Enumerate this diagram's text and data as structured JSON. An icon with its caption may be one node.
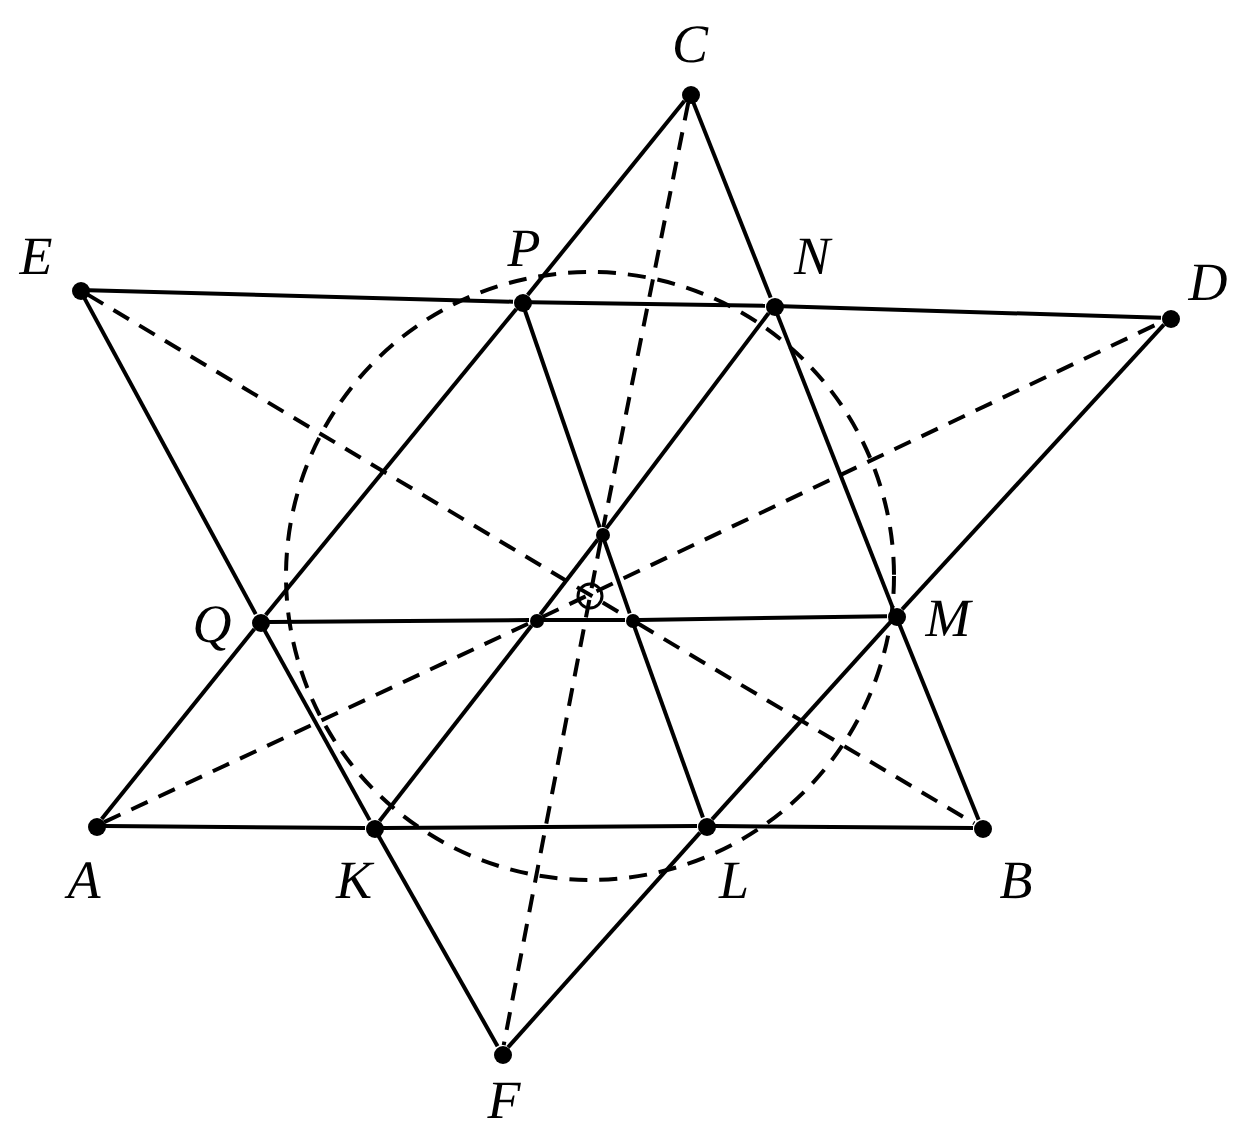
{
  "diagram": {
    "nodes": [
      {
        "text": [
          "C"
        ]
      },
      {
        "text": [
          "E"
        ]
      },
      {
        "text": [
          "P"
        ]
      },
      {
        "text": [
          "N"
        ]
      },
      {
        "text": [
          "D"
        ]
      },
      {
        "text": [],
        "shape": "dot"
      },
      {
        "text": [
          "Q"
        ]
      },
      {
        "text": [],
        "shape": "dot"
      },
      {
        "text": [],
        "shape": "dot"
      },
      {
        "text": [
          "M"
        ]
      },
      {
        "text": [
          "A"
        ]
      },
      {
        "text": [
          "K"
        ]
      },
      {
        "text": [
          "L"
        ]
      },
      {
        "text": [
          "B"
        ]
      },
      {
        "text": [
          "F"
        ]
      }
    ],
    "edges": [
      {
        "from": 10,
        "to": 6,
        "arrow": "none"
      },
      {
        "from": 6,
        "to": 2,
        "arrow": "none"
      },
      {
        "from": 2,
        "to": 0,
        "arrow": "none"
      },
      {
        "from": 0,
        "to": 3,
        "arrow": "none"
      },
      {
        "from": 3,
        "to": 9,
        "arrow": "none"
      },
      {
        "from": 9,
        "to": 13,
        "arrow": "none"
      },
      {
        "from": 10,
        "to": 11,
        "arrow": "none"
      },
      {
        "from": 11,
        "to": 12,
        "arrow": "none"
      },
      {
        "from": 12,
        "to": 13,
        "arrow": "none"
      },
      {
        "from": 1,
        "to": 2,
        "arrow": "none"
      },
      {
        "from": 2,
        "to": 3,
        "arrow": "none"
      },
      {
        "from": 3,
        "to": 4,
        "arrow": "none"
      },
      {
        "from": 1,
        "to": 6,
        "arrow": "none"
      },
      {
        "from": 6,
        "to": 11,
        "arrow": "none"
      },
      {
        "from": 11,
        "to": 14,
        "arrow": "none"
      },
      {
        "from": 4,
        "to": 9,
        "arrow": "none"
      },
      {
        "from": 9,
        "to": 12,
        "arrow": "none"
      },
      {
        "from": 12,
        "to": 14,
        "arrow": "none"
      },
      {
        "from": 6,
        "to": 7,
        "arrow": "none"
      },
      {
        "from": 7,
        "to": 8,
        "arrow": "none"
      },
      {
        "from": 8,
        "to": 9,
        "arrow": "none"
      },
      {
        "from": 2,
        "to": 5,
        "arrow": "none"
      },
      {
        "from": 5,
        "to": 8,
        "arrow": "none"
      },
      {
        "from": 8,
        "to": 12,
        "arrow": "none"
      },
      {
        "from": 3,
        "to": 5,
        "arrow": "none"
      },
      {
        "from": 5,
        "to": 7,
        "arrow": "none"
      },
      {
        "from": 7,
        "to": 11,
        "arrow": "none"
      },
      {
        "from": 0,
        "to": 5,
        "arrow": "none",
        "style": "dashed"
      },
      {
        "from": 5,
        "to": 14,
        "arrow": "none",
        "style": "dashed"
      },
      {
        "from": 1,
        "to": 8,
        "arrow": "none",
        "style": "dashed"
      },
      {
        "from": 8,
        "to": 13,
        "arrow": "none",
        "style": "dashed"
      },
      {
        "from": 10,
        "to": 7,
        "arrow": "none",
        "style": "dashed"
      },
      {
        "from": 7,
        "to": 4,
        "arrow": "none",
        "style": "dashed"
      }
    ]
  }
}
